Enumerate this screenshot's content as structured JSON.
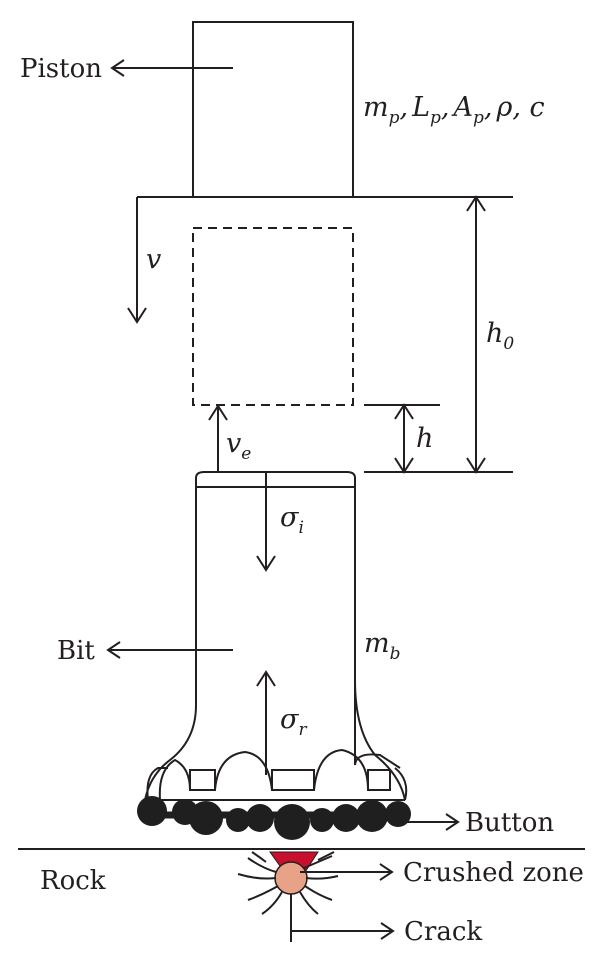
{
  "labels": {
    "piston": "Piston",
    "bit": "Bit",
    "rock": "Rock",
    "button": "Button",
    "crushed_zone": "Crushed zone",
    "crack": "Crack"
  },
  "symbols": {
    "piston_params": {
      "m": "m",
      "m_sub": "p",
      "L": "L",
      "L_sub": "p",
      "A": "A",
      "A_sub": "p",
      "rest": "ρ, c",
      "sep": ","
    },
    "velocity": "v",
    "velocity_e": "v",
    "velocity_e_sub": "e",
    "h0": "h",
    "h0_sub": "0",
    "h": "h",
    "sigma_i": "σ",
    "sigma_i_sub": "i",
    "sigma_r": "σ",
    "sigma_r_sub": "r",
    "mb": "m",
    "mb_sub": "b"
  },
  "colors": {
    "line": "#231f20",
    "crushed_zone": "#c8102e",
    "crack_core": "#e8a287",
    "button": "#1f1f1f"
  }
}
